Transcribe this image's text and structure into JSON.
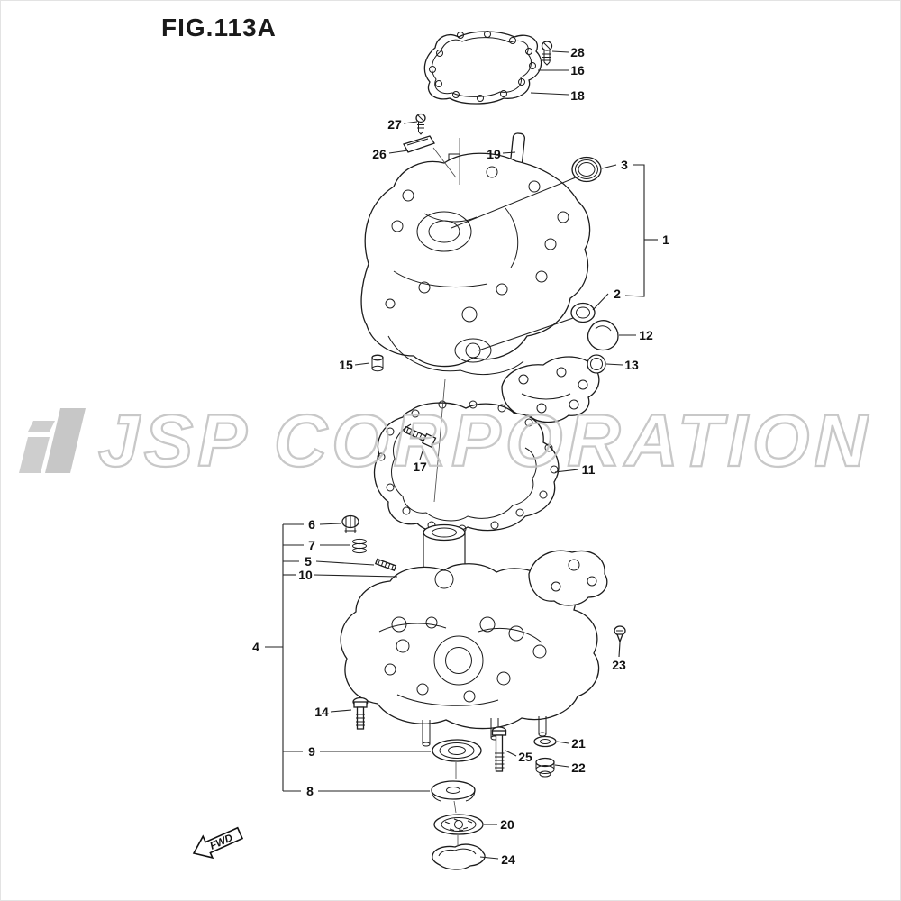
{
  "figure": {
    "title": "FIG.113A"
  },
  "watermark": {
    "text": "JSP CORPORATION"
  },
  "fwd": {
    "label": "FWD"
  },
  "callouts": {
    "c1": "1",
    "c2": "2",
    "c3": "3",
    "c4": "4",
    "c5": "5",
    "c6": "6",
    "c7": "7",
    "c8": "8",
    "c9": "9",
    "c10": "10",
    "c11": "11",
    "c12": "12",
    "c13": "13",
    "c14": "14",
    "c15": "15",
    "c16": "16",
    "c17": "17",
    "c18": "18",
    "c19": "19",
    "c20": "20",
    "c21": "21",
    "c22": "22",
    "c23": "23",
    "c24": "24",
    "c25": "25",
    "c26": "26",
    "c27": "27",
    "c28": "28"
  }
}
